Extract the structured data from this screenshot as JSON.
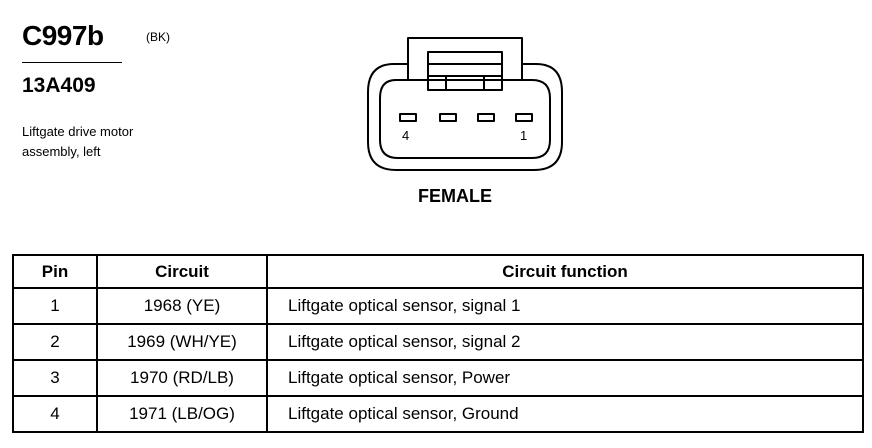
{
  "header": {
    "connector_id": "C997b",
    "color_code": "(BK)",
    "part_number": "13A409",
    "description_lines": [
      "Liftgate drive motor",
      "assembly, left"
    ]
  },
  "diagram": {
    "pin_left_label": "4",
    "pin_right_label": "1",
    "gender": "FEMALE"
  },
  "table": {
    "headers": {
      "pin": "Pin",
      "circuit": "Circuit",
      "function": "Circuit function"
    },
    "rows": [
      {
        "pin": "1",
        "circuit": "1968 (YE)",
        "function": "Liftgate optical sensor, signal 1"
      },
      {
        "pin": "2",
        "circuit": "1969 (WH/YE)",
        "function": "Liftgate optical sensor, signal 2"
      },
      {
        "pin": "3",
        "circuit": "1970 (RD/LB)",
        "function": "Liftgate optical sensor, Power"
      },
      {
        "pin": "4",
        "circuit": "1971 (LB/OG)",
        "function": "Liftgate optical sensor, Ground"
      }
    ]
  }
}
